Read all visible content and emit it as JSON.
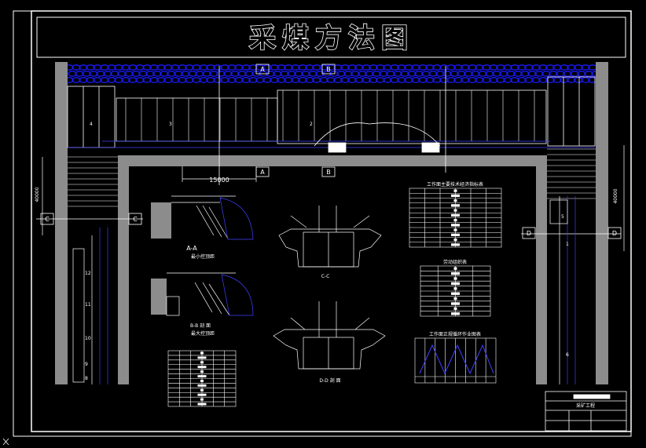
{
  "title": "采煤方法图",
  "section_markers": {
    "a_top": "A",
    "b_top": "B",
    "a_bottom": "A",
    "b_bottom": "B",
    "c_left": "C",
    "c_right": "C",
    "d_left": "D",
    "d_right": "D"
  },
  "dimensions": {
    "width": "15000",
    "left_height": "40000",
    "right_height": "40000"
  },
  "callouts": {
    "n1": "1",
    "n2": "2",
    "n3": "3",
    "n4": "4",
    "n5": "5",
    "n6": "6",
    "n8": "8",
    "n9": "9",
    "n10": "10",
    "n11": "11",
    "n12": "12"
  },
  "sections": {
    "aa_title": "A-A",
    "aa_caption": "最小控顶距",
    "bb_title": "B-B 剖 面",
    "bb_caption": "最大控顶距",
    "cc_title": "C-C",
    "dd_title": "D-D 剖 面"
  },
  "tables": {
    "table1_title": "工作面主要技术经济指标表",
    "table2_title": "劳动组织表",
    "table3_title": "工作面正规循环作业图表"
  },
  "title_block": {
    "label": "采矿工程"
  },
  "colors": {
    "line": "#ffffff",
    "coal": "#1a1aff",
    "rock": "#808080",
    "background": "#000000"
  }
}
